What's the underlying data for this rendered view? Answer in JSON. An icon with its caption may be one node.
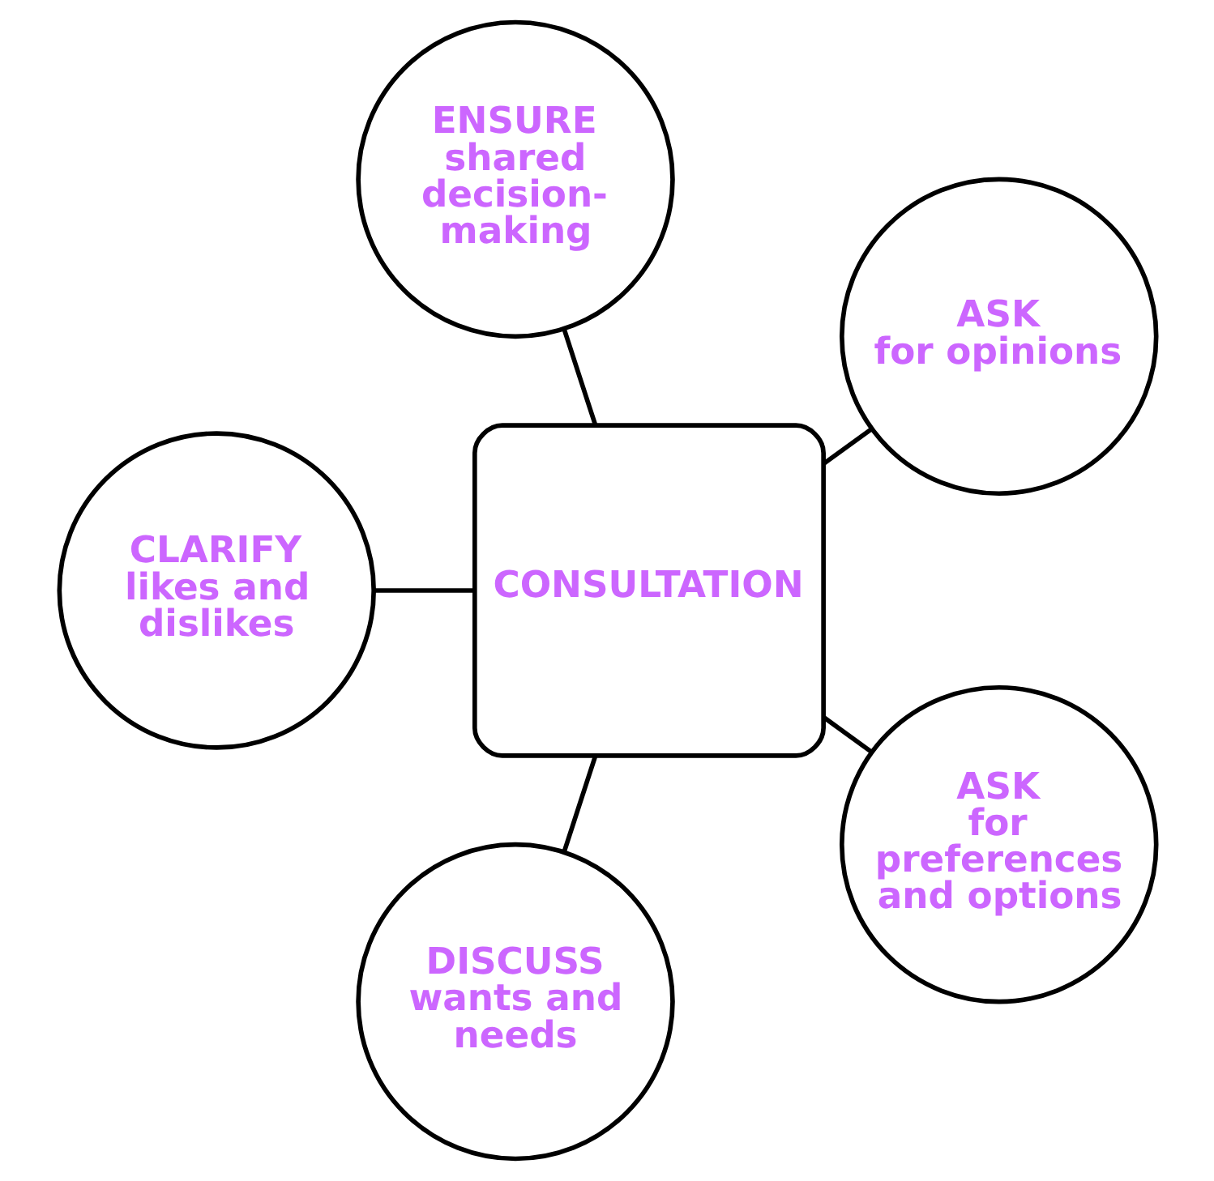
{
  "diagram": {
    "nodes": [
      {
        "text": [
          "ASK",
          "for opinions"
        ]
      },
      {
        "text": [
          "ENSURE",
          "shared decision-making"
        ]
      },
      {
        "text": [
          "CLARIFY",
          "likes and dislikes"
        ]
      },
      {
        "text": [
          "CONSULTATION"
        ]
      },
      {
        "text": [
          "DISCUSS",
          "wants and needs"
        ]
      },
      {
        "text": [
          "ASK",
          "for preferences and options"
        ]
      }
    ],
    "edges": [
      {
        "from": 3,
        "to": 0,
        "arrow": "none"
      },
      {
        "from": 3,
        "to": 1,
        "arrow": "none"
      },
      {
        "from": 3,
        "to": 2,
        "arrow": "none"
      },
      {
        "from": 3,
        "to": 4,
        "arrow": "none"
      },
      {
        "from": 3,
        "to": 5,
        "arrow": "none"
      }
    ]
  }
}
